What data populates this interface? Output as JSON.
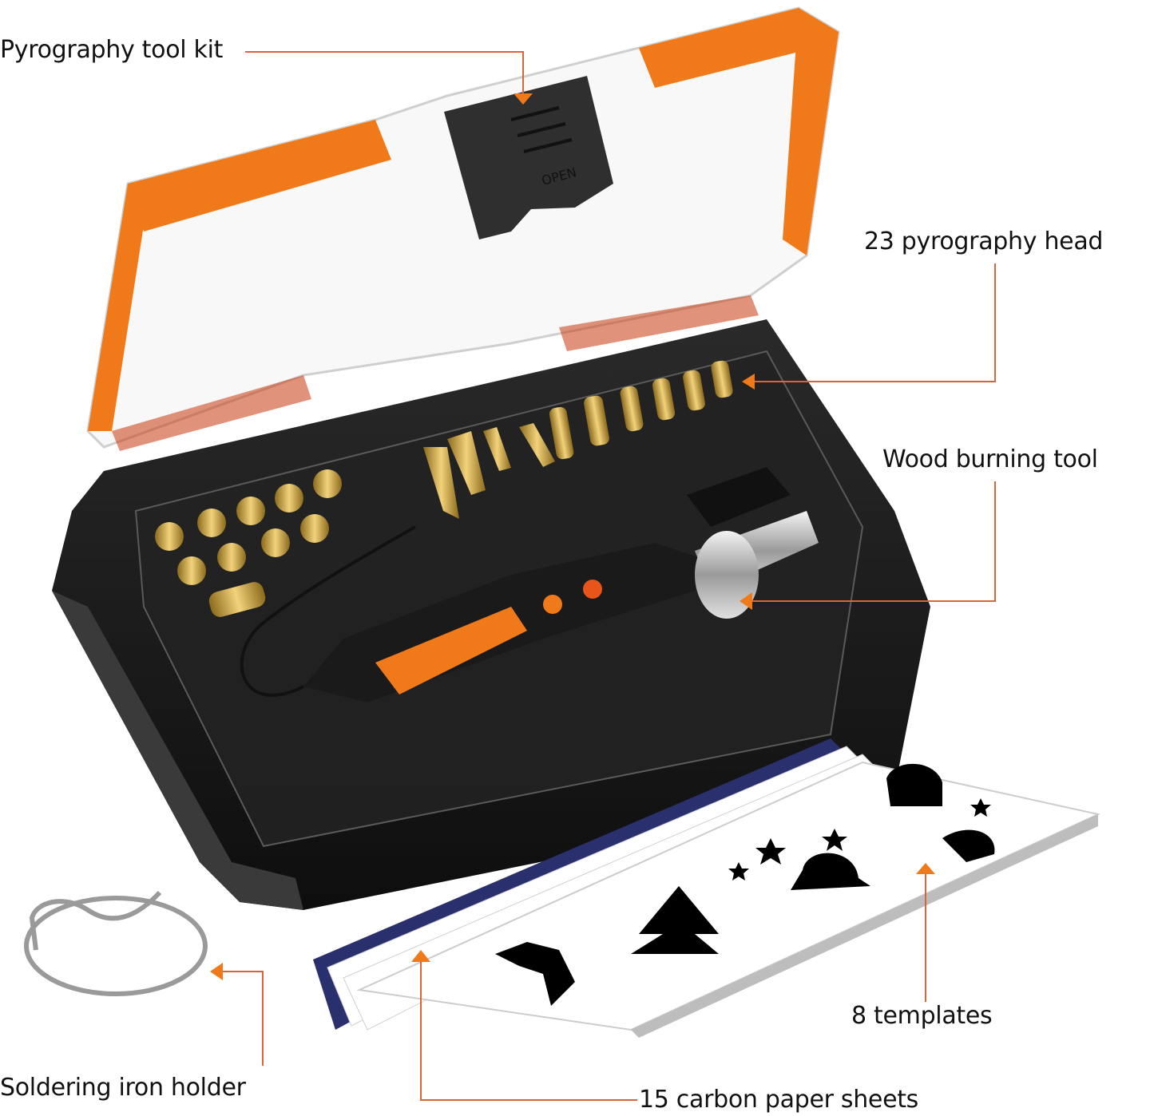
{
  "image": {
    "subject": "Pyrography wood burning kit product photo with callout labels",
    "accent_color": "#f07a1a",
    "leader_line_color": "#d9663a",
    "case_color": "#1c1c1c",
    "tip_color": "#d8b24a"
  },
  "callouts": {
    "kit": {
      "label": "Pyrography tool kit"
    },
    "heads": {
      "label": "23 pyrography head"
    },
    "tool": {
      "label": "Wood burning tool"
    },
    "holder": {
      "label": "Soldering iron holder"
    },
    "templates": {
      "label": "8 templates"
    },
    "carbon": {
      "label": "15 carbon paper sheets"
    }
  },
  "case": {
    "latch_text": "OPEN"
  }
}
